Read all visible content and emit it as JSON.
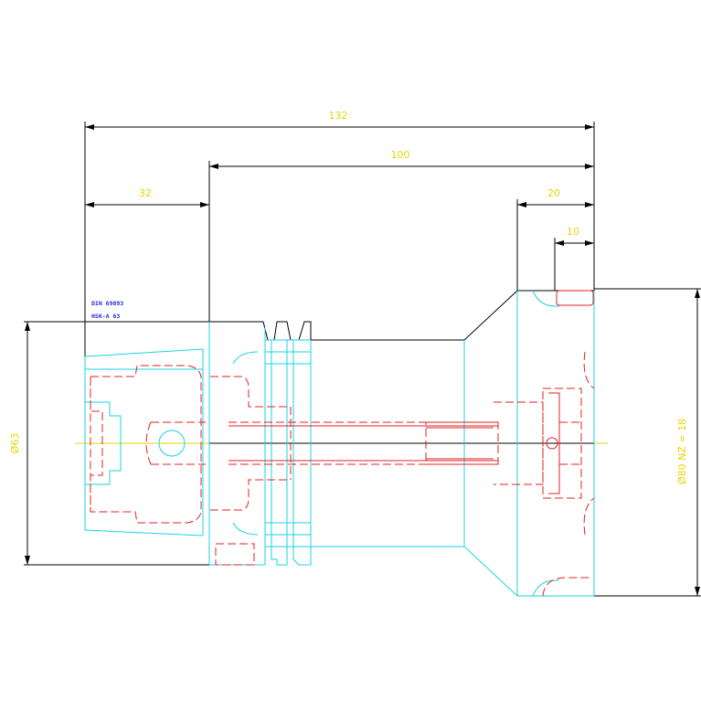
{
  "drawing": {
    "designation": [
      "DIN 69893",
      "HSK-A 63"
    ],
    "dimensions": {
      "total_length": "132",
      "body_length": "100",
      "shank_length": "32",
      "head_length": "20",
      "face_length": "10",
      "shank_diameter": "Ø63",
      "head_diameter": "Ø80 NZ = 18"
    },
    "colors": {
      "outline": "#000000",
      "body": "#19d3e6",
      "hidden": "#e02020",
      "dimension": "#e6d600",
      "label": "#2a2ad8"
    }
  }
}
